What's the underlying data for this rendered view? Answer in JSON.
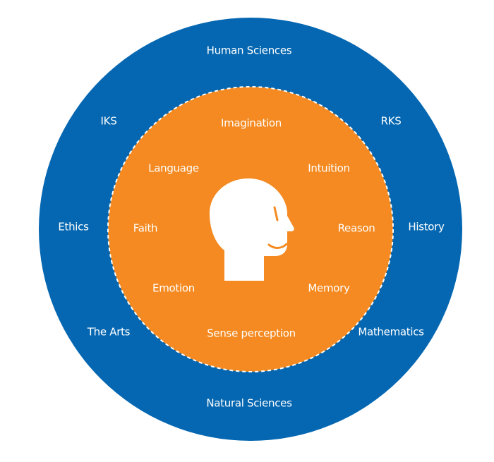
{
  "colors": {
    "outer_ring": "#0567b1",
    "inner_circle": "#f48a21",
    "text": "#ffffff",
    "head": "#ffffff",
    "face_features": "#f48a21",
    "background": "#ffffff"
  },
  "outer_ring": {
    "items": [
      {
        "label": "Human Sciences"
      },
      {
        "label": "RKS"
      },
      {
        "label": "History"
      },
      {
        "label": "Mathematics"
      },
      {
        "label": "Natural Sciences"
      },
      {
        "label": "The Arts"
      },
      {
        "label": "Ethics"
      },
      {
        "label": "IKS"
      }
    ]
  },
  "inner_circle": {
    "items": [
      {
        "label": "Imagination"
      },
      {
        "label": "Intuition"
      },
      {
        "label": "Reason"
      },
      {
        "label": "Memory"
      },
      {
        "label": "Sense perception"
      },
      {
        "label": "Emotion"
      },
      {
        "label": "Faith"
      },
      {
        "label": "Language"
      }
    ]
  },
  "center": {
    "icon": "human-head-profile-icon"
  }
}
